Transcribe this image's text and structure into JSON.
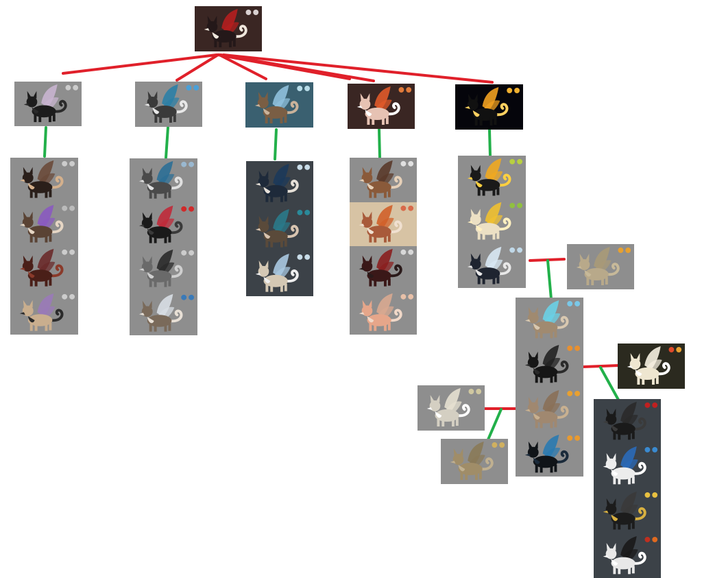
{
  "colors": {
    "marriage_line": "#e0202a",
    "offspring_line": "#22b04a",
    "card_gray": "#8e8e8e",
    "card_slate": "#3c4248",
    "card_dark_brown": "#3a2623",
    "card_teal": "#3a6070",
    "card_black": "#05050b",
    "card_beige": "#d7c3a4"
  },
  "figures": [
    {
      "id": "matriarch",
      "body": "#241819",
      "wing": "#b51f1f",
      "accent": "#efe6dc",
      "eyes": [
        "#d8d0d0",
        "#d8d0d0"
      ],
      "bg": "#3a2623"
    },
    {
      "id": "child-1",
      "body": "#1c1c1c",
      "wing": "#c8b4cf",
      "accent": "#2a2a2a",
      "eyes": [
        "#cccccc",
        "#cccccc"
      ],
      "bg": "#8e8e8e"
    },
    {
      "id": "child-2",
      "body": "#3a3a3a",
      "wing": "#2c7fa6",
      "accent": "#e8e8e8",
      "eyes": [
        "#4aa0d8",
        "#4aa0d8"
      ],
      "bg": "#8e8e8e"
    },
    {
      "id": "child-3",
      "body": "#7a5e44",
      "wing": "#8fc0dc",
      "accent": "#c9b29a",
      "eyes": [
        "#b8dce8",
        "#b8dce8"
      ],
      "bg": "#3a6070"
    },
    {
      "id": "child-4",
      "body": "#e6c2b3",
      "wing": "#e05a2a",
      "accent": "#ffffff",
      "eyes": [
        "#e07a3a",
        "#e07a3a"
      ],
      "bg": "#3a2623"
    },
    {
      "id": "child-5",
      "body": "#111111",
      "wing": "#f0a020",
      "accent": "#ffd060",
      "eyes": [
        "#f0b030",
        "#f0b030"
      ],
      "bg": "#05050b"
    },
    {
      "id": "mate-1",
      "body": "#b8a98a",
      "wing": "#a89a78",
      "accent": "#c7b999",
      "eyes": [
        "#e6a030",
        "#e6a030"
      ],
      "bg": "#8e8e8e"
    },
    {
      "id": "mate-2",
      "body": "#eee6d0",
      "wing": "#f5efe0",
      "accent": "#ffffff",
      "eyes": [
        "#e04a2a",
        "#e8a030"
      ],
      "bg": "#2b2a1f"
    },
    {
      "id": "mate-3",
      "body": "#d4cfc2",
      "wing": "#e6e0d0",
      "accent": "#ffffff",
      "eyes": [
        "#d0c8a0",
        "#d0c8a0"
      ],
      "bg": "#8e8e8e"
    },
    {
      "id": "grandchild-1",
      "body": "#a08d68",
      "wing": "#8a7a58",
      "accent": "#c0b090",
      "eyes": [
        "#d0b060",
        "#d0b060"
      ],
      "bg": "#8e8e8e"
    }
  ],
  "litters": [
    {
      "id": "litter-1",
      "bg": "#8e8e8e",
      "pups": [
        {
          "body": "#2a1f1a",
          "wing": "#6a4a3a",
          "accent": "#d4b08c",
          "eyes": [
            "#cccccc",
            "#cccccc"
          ]
        },
        {
          "body": "#5a4334",
          "wing": "#8a5ac0",
          "accent": "#e6d6c4",
          "eyes": [
            "#bbbbbb",
            "#bbbbbb"
          ]
        },
        {
          "body": "#4a1f18",
          "wing": "#6a2a2a",
          "accent": "#8a3a2a",
          "eyes": [
            "#cccccc",
            "#cccccc"
          ]
        },
        {
          "body": "#c9ae8e",
          "wing": "#9a7ab8",
          "accent": "#2a2a2a",
          "eyes": [
            "#cccccc",
            "#cccccc"
          ]
        }
      ]
    },
    {
      "id": "litter-2",
      "bg": "#8e8e8e",
      "pups": [
        {
          "body": "#4a4a4a",
          "wing": "#2c6f96",
          "accent": "#e0e0e0",
          "eyes": [
            "#9ab8d0",
            "#9ab8d0"
          ]
        },
        {
          "body": "#1a1a1a",
          "wing": "#c02a3a",
          "accent": "#3a3a3a",
          "eyes": [
            "#d02a2a",
            "#d02a2a"
          ]
        },
        {
          "body": "#6a6a6a",
          "wing": "#2a2a2a",
          "accent": "#cfcfcf",
          "eyes": [
            "#cccccc",
            "#cccccc"
          ]
        },
        {
          "body": "#7a6a5a",
          "wing": "#d8dee4",
          "accent": "#e8e0d6",
          "eyes": [
            "#3a7ab8",
            "#3a7ab8"
          ]
        }
      ]
    },
    {
      "id": "litter-3",
      "bg": "#3c4248",
      "pups": [
        {
          "body": "#1e2a3a",
          "wing": "#1c3a5a",
          "accent": "#e6e0d8",
          "eyes": [
            "#c8dce8",
            "#c8dce8"
          ]
        },
        {
          "body": "#5a4a3a",
          "wing": "#2a7a8a",
          "accent": "#d8c4b0",
          "eyes": [
            "#2a8a9a",
            "#2a8a9a"
          ]
        },
        {
          "body": "#d4c8b4",
          "wing": "#a8c8e0",
          "accent": "#eeeeee",
          "eyes": [
            "#c8dce8",
            "#c8dce8"
          ]
        }
      ]
    },
    {
      "id": "litter-4",
      "bg": "#8e8e8e",
      "pups": [
        {
          "body": "#8a5a3a",
          "wing": "#5a3a2a",
          "accent": "#e6d0b8",
          "eyes": [
            "#e0e0e0",
            "#e0e0e0"
          ]
        },
        {
          "body": "#a85a3a",
          "wing": "#d0602a",
          "accent": "#f0e0d0",
          "eyes": [
            "#d86a4a",
            "#d86a4a"
          ],
          "bg": "#d7c3a4"
        },
        {
          "body": "#3a1818",
          "wing": "#8a1f1f",
          "accent": "#2a1a1a",
          "eyes": [
            "#d8d8d8",
            "#d8d8d8"
          ]
        },
        {
          "body": "#e6a68a",
          "wing": "#d8a890",
          "accent": "#f0d8c8",
          "eyes": [
            "#e8c0a8",
            "#e8c0a8"
          ]
        }
      ]
    },
    {
      "id": "litter-5",
      "bg": "#8e8e8e",
      "pups": [
        {
          "body": "#1a1a1a",
          "wing": "#f0a820",
          "accent": "#ffd040",
          "eyes": [
            "#b8d040",
            "#b8d040"
          ]
        },
        {
          "body": "#ece0c4",
          "wing": "#f0c030",
          "accent": "#fff0c0",
          "eyes": [
            "#90c040",
            "#90c040"
          ]
        },
        {
          "body": "#1e2430",
          "wing": "#d8e8f4",
          "accent": "#e8e8e8",
          "eyes": [
            "#c0d8e8",
            "#c0d8e8"
          ]
        }
      ]
    },
    {
      "id": "litter-6",
      "bg": "#8e8e8e",
      "pups": [
        {
          "body": "#a08a70",
          "wing": "#6ad0e6",
          "accent": "#d8c8b0",
          "eyes": [
            "#7ac8e8",
            "#7ac8e8"
          ]
        },
        {
          "body": "#161616",
          "wing": "#222222",
          "accent": "#2a2a2a",
          "eyes": [
            "#e89030",
            "#e89030"
          ]
        },
        {
          "body": "#a08870",
          "wing": "#8a7058",
          "accent": "#c8b090",
          "eyes": [
            "#e8a030",
            "#e8a030"
          ]
        },
        {
          "body": "#101418",
          "wing": "#2a7ab0",
          "accent": "#1a2a3a",
          "eyes": [
            "#e89a30",
            "#e89a30"
          ]
        }
      ]
    },
    {
      "id": "litter-7",
      "bg": "#3c4248",
      "pups": [
        {
          "body": "#1a1a1a",
          "wing": "#2a2a2a",
          "accent": "#3a3a3a",
          "eyes": [
            "#c02020",
            "#c02020"
          ]
        },
        {
          "body": "#ececec",
          "wing": "#2a6ab8",
          "accent": "#ffffff",
          "eyes": [
            "#3a8ad0",
            "#3a8ad0"
          ]
        },
        {
          "body": "#1c1c1c",
          "wing": "#3a3a3a",
          "accent": "#d8b040",
          "eyes": [
            "#e8c040",
            "#e8c040"
          ]
        },
        {
          "body": "#e8e8e8",
          "wing": "#1a1a1a",
          "accent": "#ffffff",
          "eyes": [
            "#c03020",
            "#e06a20"
          ]
        }
      ]
    }
  ]
}
